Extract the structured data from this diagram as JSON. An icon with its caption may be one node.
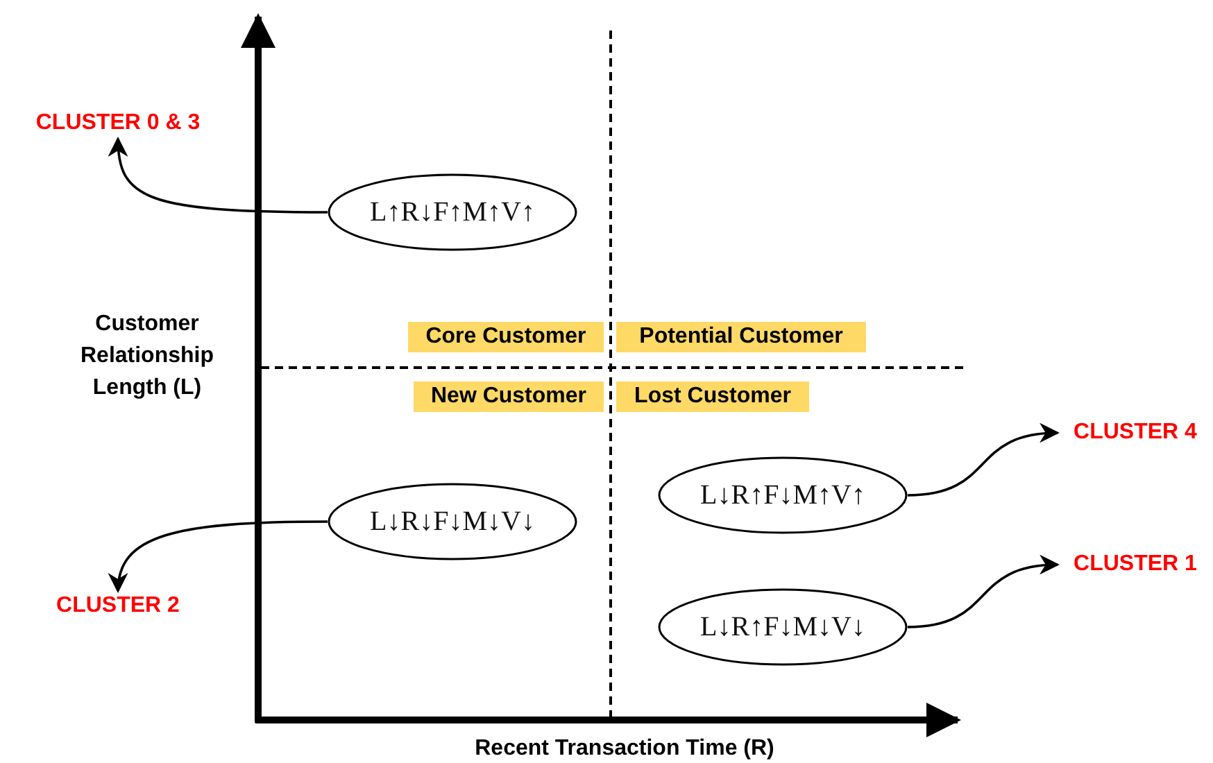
{
  "diagram": {
    "nodes": [
      {
        "text": [
          "CLUSTER 0 & 3"
        ]
      },
      {
        "text": [
          "L↑R↓F↑M↑V↑"
        ]
      },
      {
        "text": [
          "Core Customer"
        ]
      },
      {
        "text": [
          "Potential Customer"
        ]
      },
      {
        "text": [
          "New Customer"
        ]
      },
      {
        "text": [
          "Lost Customer"
        ]
      },
      {
        "text": [
          "CLUSTER 4"
        ]
      },
      {
        "text": [
          "L↓R↑F↓M↑V↑"
        ]
      },
      {
        "text": [
          "L↓R↓F↓M↓V↓"
        ]
      },
      {
        "text": [
          "CLUSTER 1"
        ]
      },
      {
        "text": [
          "CLUSTER 2"
        ]
      },
      {
        "text": [
          "L↓R↑F↓M↓V↓"
        ]
      }
    ],
    "edges": [
      {
        "from": 1,
        "to": 0,
        "arrow": "to"
      },
      {
        "from": 8,
        "to": 10,
        "arrow": "to"
      },
      {
        "from": 7,
        "to": 6,
        "arrow": "to"
      },
      {
        "from": 11,
        "to": 9,
        "arrow": "to"
      }
    ],
    "labels": [
      "Customer Relationship Length (L)",
      "Recent Transaction Time (R)"
    ]
  }
}
